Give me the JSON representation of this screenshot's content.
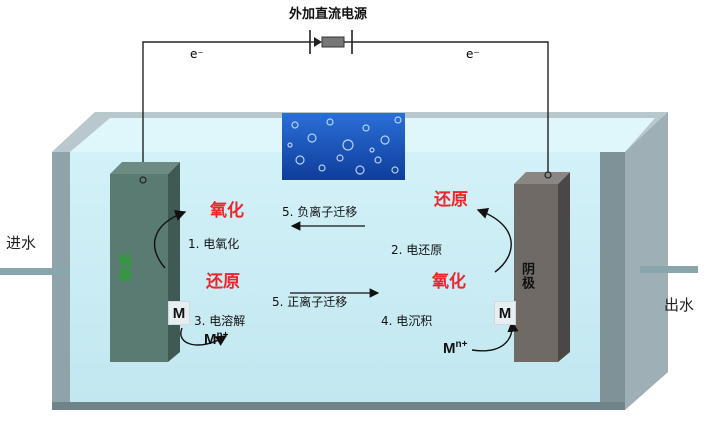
{
  "power_source": {
    "label": "外加直流电源"
  },
  "electrons": {
    "left": "e⁻",
    "right": "e⁻"
  },
  "inlet": {
    "label": "进水"
  },
  "outlet": {
    "label": "出水"
  },
  "anode": {
    "label": "阳极",
    "color": "#22a52a",
    "metal": "M",
    "top_label": "氧化",
    "bottom_label": "还原",
    "step1": "1. 电氧化",
    "step3": "3. 电溶解",
    "ion_base": "M",
    "ion_charge": "n+"
  },
  "cathode": {
    "label": "阴极",
    "color": "#111111",
    "metal": "M",
    "top_label": "还原",
    "bottom_label": "氧化",
    "step2": "2. 电还原",
    "step4": "4. 电沉积",
    "ion_base": "M",
    "ion_charge": "n+"
  },
  "migration": {
    "anion": "5. 负离子迁移",
    "cation": "5. 正离子迁移"
  },
  "colors": {
    "water": "#c9ecf4",
    "tank_wall": "#8fa0a6",
    "anode_plate": "#597b72",
    "cathode_plate": "#6f6a66",
    "accent_red": "#e8262b"
  }
}
